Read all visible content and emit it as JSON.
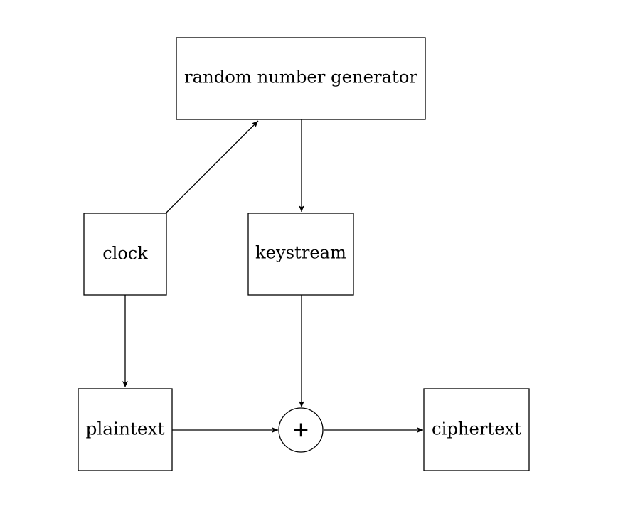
{
  "diagram": {
    "nodes": {
      "rng": {
        "label": "random number generator"
      },
      "clock": {
        "label": "clock"
      },
      "keystream": {
        "label": "keystream"
      },
      "plaintext": {
        "label": "plaintext"
      },
      "xor": {
        "symbol": "+"
      },
      "ciphertext": {
        "label": "ciphertext"
      }
    },
    "edges": [
      {
        "from": "clock",
        "to": "random number generator"
      },
      {
        "from": "random number generator",
        "to": "keystream"
      },
      {
        "from": "clock",
        "to": "plaintext"
      },
      {
        "from": "keystream",
        "to": "xor"
      },
      {
        "from": "plaintext",
        "to": "xor"
      },
      {
        "from": "xor",
        "to": "ciphertext"
      }
    ]
  }
}
